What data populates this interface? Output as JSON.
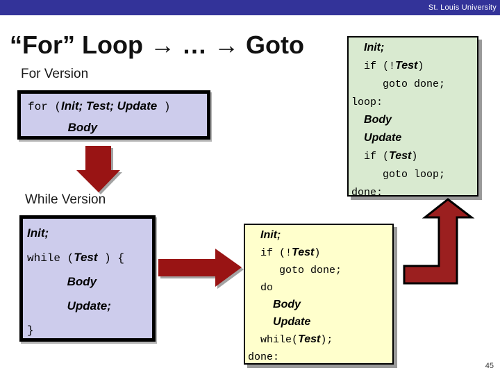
{
  "header": {
    "institution": "St. Louis University"
  },
  "title": "“For” Loop → … → Goto",
  "page_number": "45",
  "labels": {
    "for_version": "For Version",
    "while_version": "While Version"
  },
  "colors": {
    "top_bar": "#333399",
    "arrow_red": "#991414",
    "bent_arrow_red": "#9b1f1f",
    "lavender_box": "#cdccec",
    "green_box": "#d9ead0",
    "yellow_box": "#ffffcc"
  },
  "code": {
    "for_box": [
      [
        {
          "t": "for (",
          "s": "mono"
        },
        {
          "t": "Init; Test; Update",
          "s": "var"
        },
        {
          "t": " )",
          "s": "mono"
        }
      ],
      [
        {
          "t": "      ",
          "s": "mono"
        },
        {
          "t": "Body",
          "s": "var"
        }
      ]
    ],
    "for_goto_box": [
      [
        {
          "t": "  ",
          "s": "mono"
        },
        {
          "t": "Init;",
          "s": "var"
        }
      ],
      [
        {
          "t": "  if (!",
          "s": "mono"
        },
        {
          "t": "Test",
          "s": "var"
        },
        {
          "t": ")",
          "s": "mono"
        }
      ],
      [
        {
          "t": "     goto done;",
          "s": "mono"
        }
      ],
      [
        {
          "t": "loop:",
          "s": "mono"
        }
      ],
      [
        {
          "t": "  ",
          "s": "mono"
        },
        {
          "t": "Body",
          "s": "var"
        }
      ],
      [
        {
          "t": "  ",
          "s": "mono"
        },
        {
          "t": "Update",
          "s": "var"
        }
      ],
      [
        {
          "t": "  if (",
          "s": "mono"
        },
        {
          "t": "Test",
          "s": "var"
        },
        {
          "t": ")",
          "s": "mono"
        }
      ],
      [
        {
          "t": "     goto loop;",
          "s": "mono"
        }
      ],
      [
        {
          "t": "done:",
          "s": "mono"
        }
      ]
    ],
    "while_box": [
      [
        {
          "t": "Init;",
          "s": "var"
        }
      ],
      [
        {
          "t": "while (",
          "s": "mono"
        },
        {
          "t": "Test",
          "s": "var"
        },
        {
          "t": " ) {",
          "s": "mono"
        }
      ],
      [
        {
          "t": "      ",
          "s": "mono"
        },
        {
          "t": "Body",
          "s": "var"
        }
      ],
      [
        {
          "t": "      ",
          "s": "mono"
        },
        {
          "t": "Update;",
          "s": "var"
        }
      ],
      [
        {
          "t": "}",
          "s": "mono"
        }
      ]
    ],
    "do_while_goto_box": [
      [
        {
          "t": "  ",
          "s": "mono"
        },
        {
          "t": "Init;",
          "s": "var"
        }
      ],
      [
        {
          "t": "  if (!",
          "s": "mono"
        },
        {
          "t": "Test",
          "s": "var"
        },
        {
          "t": ")",
          "s": "mono"
        }
      ],
      [
        {
          "t": "     goto done;",
          "s": "mono"
        }
      ],
      [
        {
          "t": "  do",
          "s": "mono"
        }
      ],
      [
        {
          "t": "    ",
          "s": "mono"
        },
        {
          "t": "Body",
          "s": "var"
        }
      ],
      [
        {
          "t": "    ",
          "s": "mono"
        },
        {
          "t": "Update",
          "s": "var"
        }
      ],
      [
        {
          "t": "  while(",
          "s": "mono"
        },
        {
          "t": "Test",
          "s": "var"
        },
        {
          "t": ");",
          "s": "mono"
        }
      ],
      [
        {
          "t": "done:",
          "s": "mono"
        }
      ]
    ]
  }
}
